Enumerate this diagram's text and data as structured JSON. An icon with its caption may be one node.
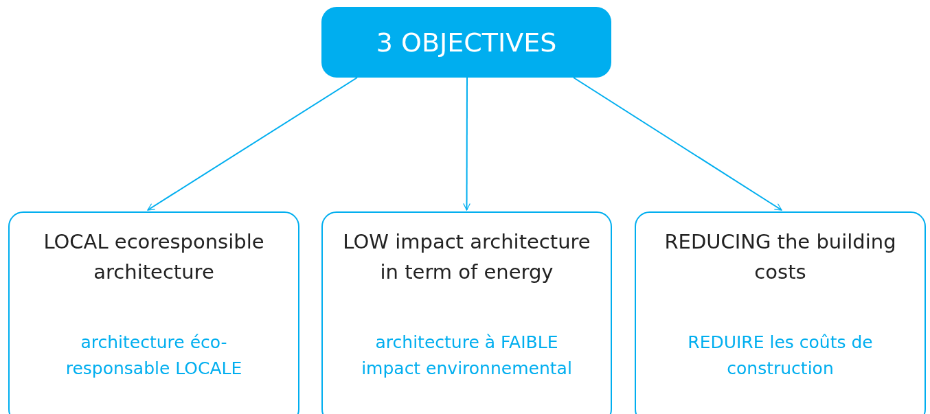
{
  "diagram": {
    "nodes": [
      {
        "text": [
          "3 OBJECTIVES"
        ]
      },
      {
        "text": [
          "LOCAL ecoresponsible architecture",
          "architecture éco-responsable LOCALE"
        ]
      },
      {
        "text": [
          "LOW impact architecture in term of energy",
          "architecture à FAIBLE impact environnemental"
        ]
      },
      {
        "text": [
          "REDUCING the building costs",
          "REDUIRE les coûts de construction"
        ]
      }
    ],
    "edges": [
      {
        "from": 0,
        "to": 1,
        "arrow": "to"
      },
      {
        "from": 0,
        "to": 2,
        "arrow": "to"
      },
      {
        "from": 0,
        "to": 3,
        "arrow": "to"
      }
    ]
  }
}
